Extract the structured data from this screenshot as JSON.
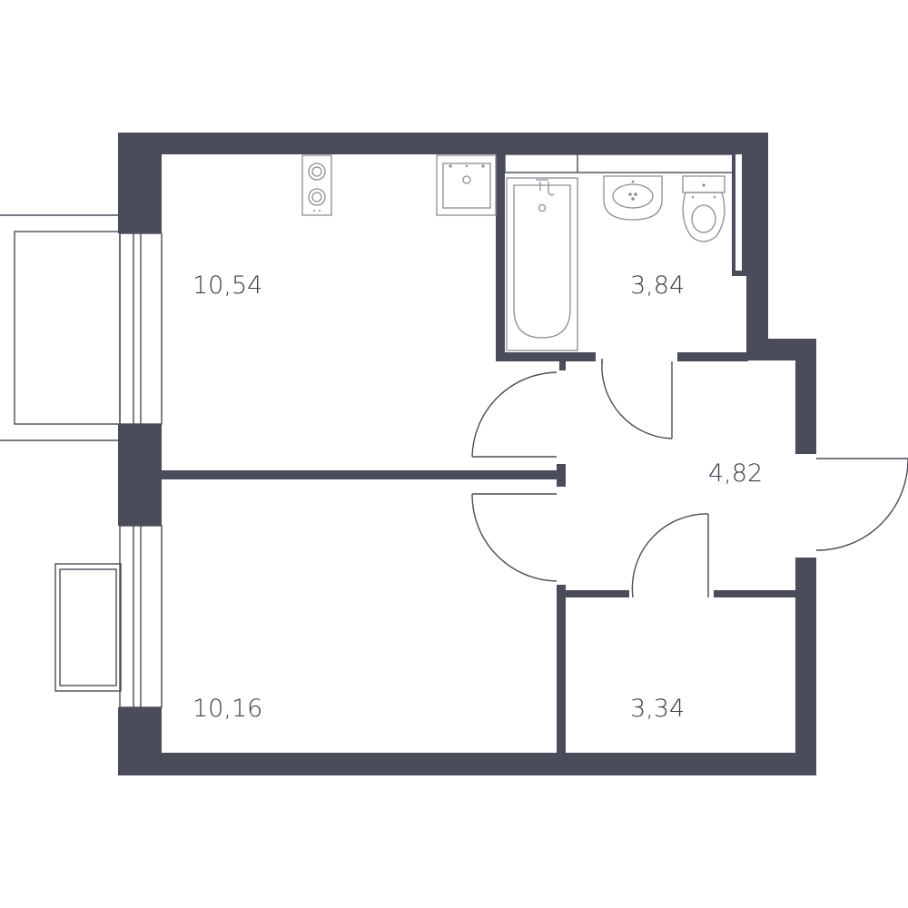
{
  "plan": {
    "wall_color": "#4a4c59",
    "background": "#ffffff",
    "rooms": [
      {
        "id": "kitchen-living",
        "area": "10,54"
      },
      {
        "id": "bathroom",
        "area": "3,84"
      },
      {
        "id": "hallway",
        "area": "4,82"
      },
      {
        "id": "bedroom",
        "area": "10,16"
      },
      {
        "id": "storage",
        "area": "3,34"
      }
    ],
    "fixtures": [
      "stove-icon",
      "kitchen-sink-icon",
      "bathtub-icon",
      "washbasin-icon",
      "toilet-icon"
    ]
  }
}
